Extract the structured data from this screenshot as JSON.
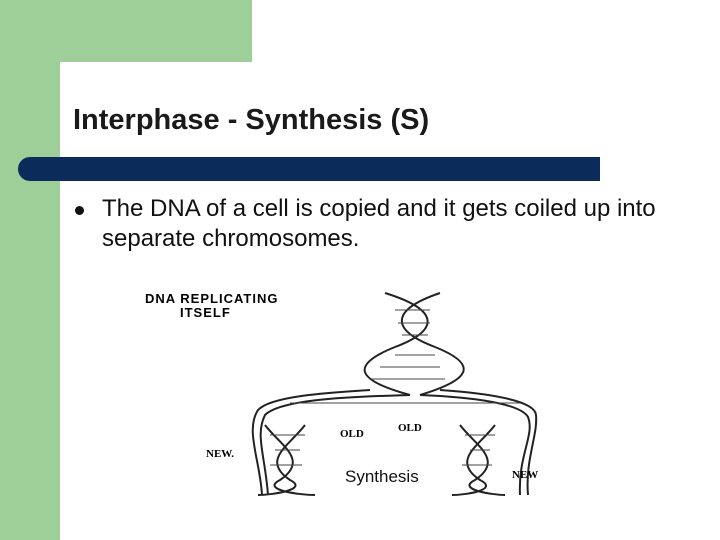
{
  "slide": {
    "title": "Interphase - Synthesis (S)",
    "bullet": "The DNA of a cell is copied and it gets coiled up into separate chromosomes.",
    "figure": {
      "heading_line1": "DNA REPLICATING",
      "heading_line2": "ITSELF",
      "label_old_left": "OLD",
      "label_old_right": "OLD",
      "label_new_left": "NEW.",
      "label_new_right": "NEW",
      "caption": "Synthesis"
    },
    "colors": {
      "green": "#9ecf98",
      "title_bar": "#0b2c5a"
    }
  }
}
